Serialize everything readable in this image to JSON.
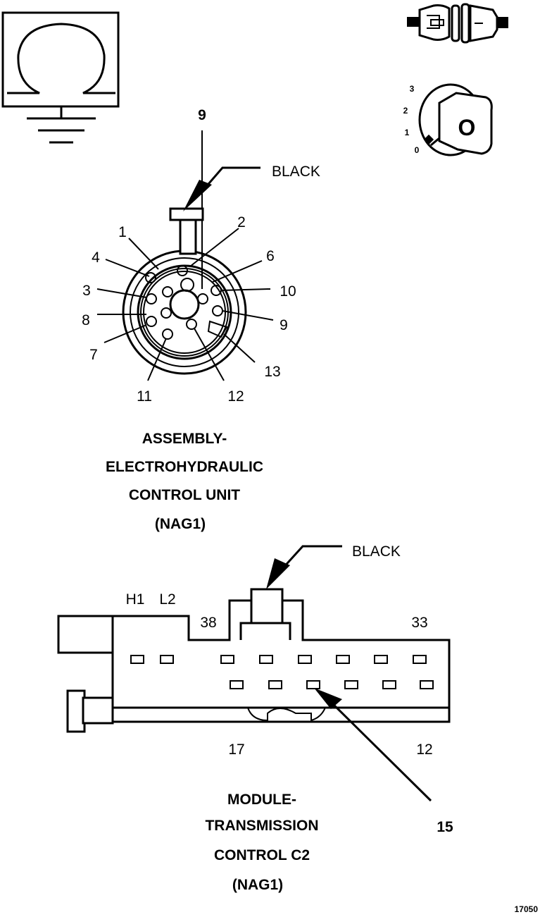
{
  "upper": {
    "wire_label": "BLACK",
    "top_pin": "9",
    "pins": {
      "p1": "1",
      "p2": "2",
      "p3": "3",
      "p4": "4",
      "p6": "6",
      "p7": "7",
      "p8": "8",
      "p9": "9",
      "p10": "10",
      "p11": "11",
      "p12": "12",
      "p13": "13"
    },
    "title_lines": [
      "ASSEMBLY-",
      "ELECTROHYDRAULIC",
      "CONTROL UNIT",
      "(NAG1)"
    ]
  },
  "lower": {
    "wire_label": "BLACK",
    "labels": {
      "h1": "H1",
      "l2": "L2",
      "p38": "38",
      "p33": "33",
      "p17": "17",
      "p12": "12",
      "p15": "15"
    },
    "title_lines": [
      "MODULE-",
      "TRANSMISSION",
      "CONTROL C2",
      "(NAG1)"
    ]
  },
  "ignition": {
    "key_letter": "O",
    "positions": [
      "3",
      "2",
      "1",
      "0"
    ]
  },
  "figure_number": "17050",
  "icons": [
    "ohmmeter-ground-icon",
    "connector-disconnect-icon",
    "ignition-key-icon"
  ]
}
